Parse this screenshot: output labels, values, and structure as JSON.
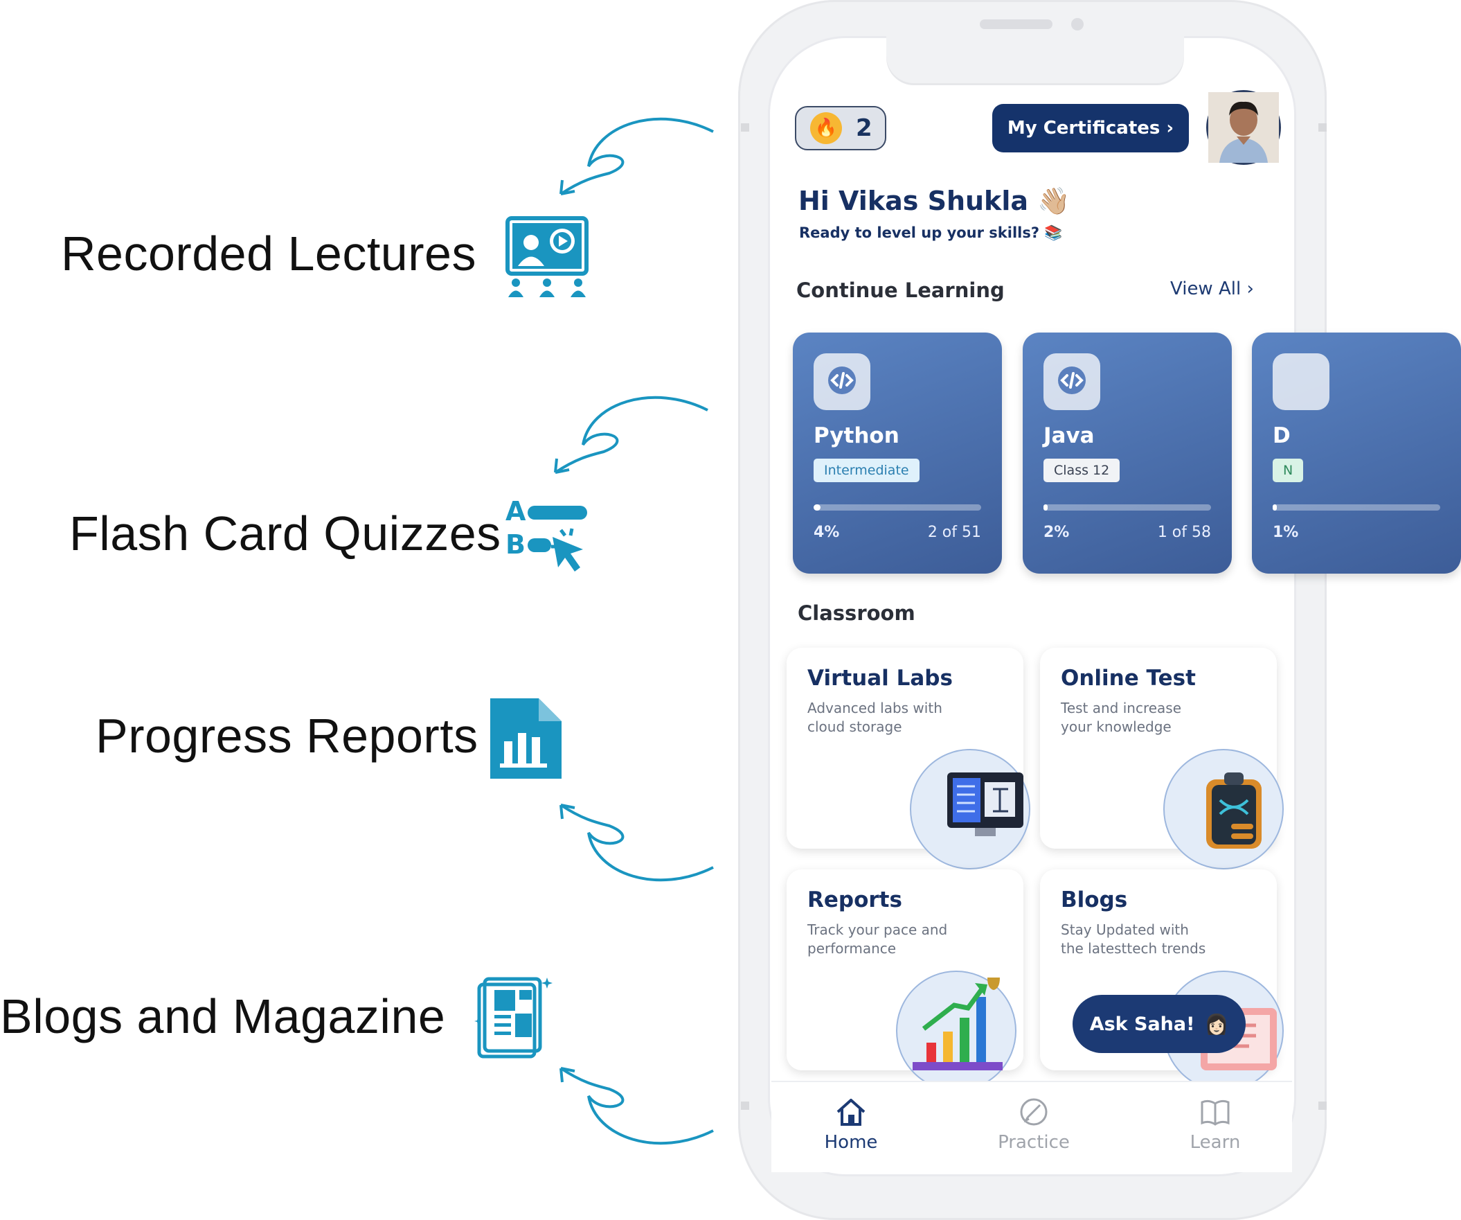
{
  "features": [
    {
      "label": "Recorded Lectures",
      "icon": "presentation-icon"
    },
    {
      "label": "Flash Card Quizzes",
      "icon": "quiz-icon"
    },
    {
      "label": "Progress Reports",
      "icon": "report-document-icon"
    },
    {
      "label": "Blogs and Magazine",
      "icon": "magazine-icon"
    }
  ],
  "colors": {
    "accent": "#1a95c0",
    "navy": "#15336b",
    "card": "#4c6fae"
  },
  "header": {
    "streak_count": "2",
    "certificates_label": "My Certificates ›"
  },
  "greeting": {
    "title": "Hi Vikas Shukla 👋🏼",
    "subtitle": "Ready to level up your skills? 📚"
  },
  "continue_learning": {
    "title": "Continue Learning",
    "view_all": "View All ›",
    "courses": [
      {
        "name": "Python",
        "tag": "Intermediate",
        "progress": 0.04,
        "percent": "4%",
        "count": "2 of 51"
      },
      {
        "name": "Java",
        "tag": "Class 12",
        "progress": 0.02,
        "percent": "2%",
        "count": "1 of 58"
      },
      {
        "name": "D",
        "tag": "N",
        "progress": 0.01,
        "percent": "1%",
        "count": ""
      }
    ]
  },
  "classroom": {
    "title": "Classroom",
    "tiles": [
      {
        "title": "Virtual Labs",
        "desc": "Advanced labs with cloud storage"
      },
      {
        "title": "Online Test",
        "desc": "Test and increase your knowledge"
      },
      {
        "title": "Reports",
        "desc": "Track your pace and performance"
      },
      {
        "title": "Blogs",
        "desc": "Stay Updated with the latesttech trends"
      }
    ]
  },
  "ask_button": "Ask Saha!",
  "nav": [
    {
      "label": "Home",
      "active": true
    },
    {
      "label": "Practice",
      "active": false
    },
    {
      "label": "Learn",
      "active": false
    }
  ]
}
